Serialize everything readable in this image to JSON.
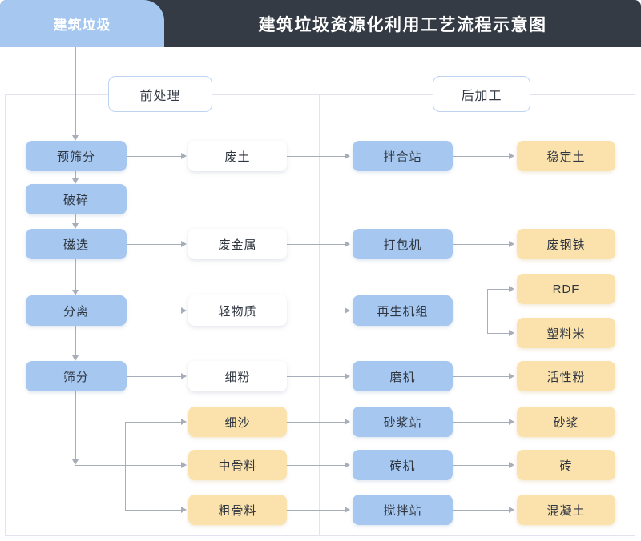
{
  "header": {
    "tab_label": "建筑垃圾",
    "title": "建筑垃圾资源化利用工艺流程示意图",
    "tab_color": "#a6c8f0",
    "bar_color": "#343b44"
  },
  "sections": [
    {
      "id": "pre",
      "label": "前处理"
    },
    {
      "id": "post",
      "label": "后加工"
    }
  ],
  "palette": {
    "blue": "#a6c8f0",
    "white": "#ffffff",
    "yellow": "#fbe2ac",
    "line": "#a7adb9",
    "border": "#e2e3ee",
    "text": "#2f3640"
  },
  "nodes": {
    "pre_screen": {
      "label": "预筛分",
      "kind": "blue"
    },
    "crush": {
      "label": "破碎",
      "kind": "blue"
    },
    "magnetic": {
      "label": "磁选",
      "kind": "blue"
    },
    "separate": {
      "label": "分离",
      "kind": "blue"
    },
    "screen": {
      "label": "筛分",
      "kind": "blue"
    },
    "waste_soil": {
      "label": "废土",
      "kind": "white"
    },
    "waste_metal": {
      "label": "废金属",
      "kind": "white"
    },
    "light_matter": {
      "label": "轻物质",
      "kind": "white"
    },
    "fine_powder": {
      "label": "细粉",
      "kind": "white"
    },
    "fine_sand": {
      "label": "细沙",
      "kind": "yellow"
    },
    "mid_agg": {
      "label": "中骨料",
      "kind": "yellow"
    },
    "coarse_agg": {
      "label": "粗骨料",
      "kind": "yellow"
    },
    "mixing_st": {
      "label": "拌合站",
      "kind": "blue"
    },
    "baler": {
      "label": "打包机",
      "kind": "blue"
    },
    "regen_unit": {
      "label": "再生机组",
      "kind": "blue"
    },
    "mill": {
      "label": "磨机",
      "kind": "blue"
    },
    "mortar_st": {
      "label": "砂浆站",
      "kind": "blue"
    },
    "brick_mc": {
      "label": "砖机",
      "kind": "blue"
    },
    "concrete_st": {
      "label": "搅拌站",
      "kind": "blue"
    },
    "stable_soil": {
      "label": "稳定土",
      "kind": "yellow"
    },
    "scrap_steel": {
      "label": "废钢铁",
      "kind": "yellow"
    },
    "rdf": {
      "label": "RDF",
      "kind": "yellow"
    },
    "plastic": {
      "label": "塑料米",
      "kind": "yellow"
    },
    "active_powder": {
      "label": "活性粉",
      "kind": "yellow"
    },
    "mortar": {
      "label": "砂浆",
      "kind": "yellow"
    },
    "brick": {
      "label": "砖",
      "kind": "yellow"
    },
    "concrete": {
      "label": "混凝土",
      "kind": "yellow"
    }
  },
  "flow_data": {
    "type": "flowchart",
    "title": "建筑垃圾资源化利用工艺流程示意图",
    "input": "建筑垃圾",
    "stages": [
      "前处理",
      "后加工"
    ],
    "edges": [
      [
        "建筑垃圾",
        "预筛分"
      ],
      [
        "预筛分",
        "破碎"
      ],
      [
        "预筛分",
        "废土"
      ],
      [
        "破碎",
        "磁选"
      ],
      [
        "磁选",
        "分离"
      ],
      [
        "磁选",
        "废金属"
      ],
      [
        "分离",
        "筛分"
      ],
      [
        "分离",
        "轻物质"
      ],
      [
        "筛分",
        "细粉"
      ],
      [
        "筛分",
        "细沙"
      ],
      [
        "筛分",
        "中骨料"
      ],
      [
        "筛分",
        "粗骨料"
      ],
      [
        "废土",
        "拌合站"
      ],
      [
        "拌合站",
        "稳定土"
      ],
      [
        "废金属",
        "打包机"
      ],
      [
        "打包机",
        "废钢铁"
      ],
      [
        "轻物质",
        "再生机组"
      ],
      [
        "再生机组",
        "RDF"
      ],
      [
        "再生机组",
        "塑料米"
      ],
      [
        "细粉",
        "磨机"
      ],
      [
        "磨机",
        "活性粉"
      ],
      [
        "细沙",
        "砂浆站"
      ],
      [
        "砂浆站",
        "砂浆"
      ],
      [
        "中骨料",
        "砖机"
      ],
      [
        "砖机",
        "砖"
      ],
      [
        "粗骨料",
        "搅拌站"
      ],
      [
        "搅拌站",
        "混凝土"
      ]
    ]
  }
}
